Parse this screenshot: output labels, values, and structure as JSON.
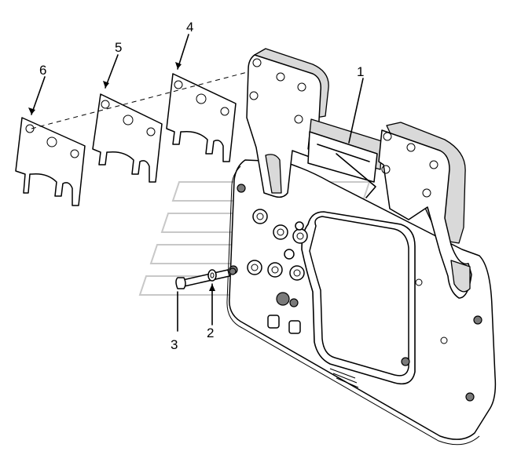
{
  "callouts": [
    {
      "id": "1",
      "text": "1"
    },
    {
      "id": "2",
      "text": "2"
    },
    {
      "id": "3",
      "text": "3"
    },
    {
      "id": "4",
      "text": "4"
    },
    {
      "id": "5",
      "text": "5"
    },
    {
      "id": "6",
      "text": "6"
    }
  ],
  "colors": {
    "line": "#000000",
    "shade": "#d9d9d9",
    "watermark": "#c8c8c8"
  }
}
